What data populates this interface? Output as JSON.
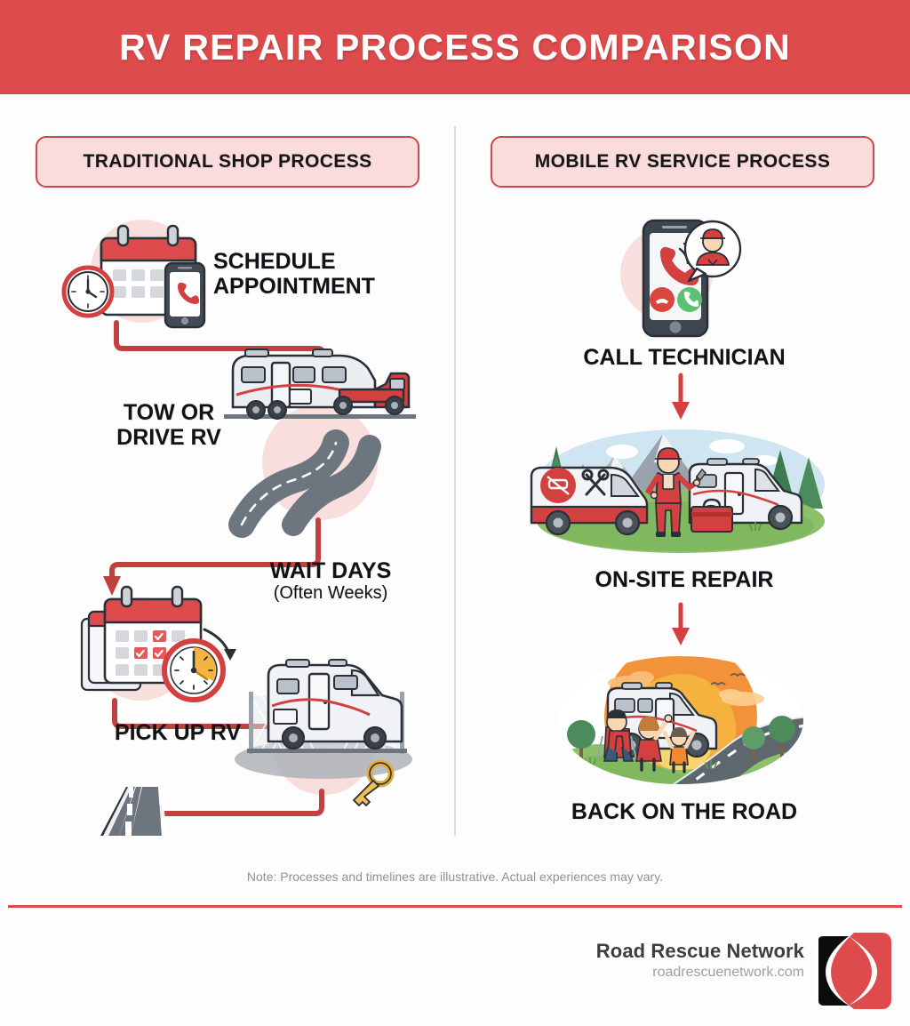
{
  "header": {
    "title": "RV REPAIR PROCESS COMPARISON",
    "bg_color": "#dd4b4d"
  },
  "columns": {
    "left": {
      "badge_label": "TRADITIONAL SHOP PROCESS"
    },
    "right": {
      "badge_label": "MOBILE RV SERVICE PROCESS"
    }
  },
  "left_steps": [
    {
      "label": "SCHEDULE",
      "label2": "APPOINTMENT",
      "icon": "calendar-clock-phone-icon"
    },
    {
      "label": "TOW OR",
      "label2": "DRIVE RV",
      "icon": "rv-tow-truck-road-icon"
    },
    {
      "label": "WAIT DAYS",
      "sub": "(Often Weeks)",
      "icon": "calendar-stack-clock-icon"
    },
    {
      "label": "PICK UP RV",
      "icon": "rv-behind-fence-key-icon"
    }
  ],
  "left_end": {
    "icon": "road-icon"
  },
  "right_steps": [
    {
      "label": "CALL TECHNICIAN",
      "icon": "smartphone-incoming-call-icon"
    },
    {
      "label": "ON-SITE REPAIR",
      "icon": "mountain-service-van-rv-icon"
    },
    {
      "label": "BACK ON THE ROAD",
      "icon": "sunset-family-rv-road-icon"
    }
  ],
  "footer": {
    "note": "Note: Processes and timelines are illustrative. Actual experiences may vary.",
    "brand_name": "Road Rescue Network",
    "brand_url": "roadrescuenetwork.com",
    "logo": "road-rescue-network-logo"
  },
  "colors": {
    "accent_red": "#dd4b4d",
    "arrow_red": "#c0413f",
    "badge_fill": "#fbdcdc",
    "badge_border": "#c94a4a",
    "text_dark": "#111216",
    "halo_pink": "#f7d8d6"
  }
}
